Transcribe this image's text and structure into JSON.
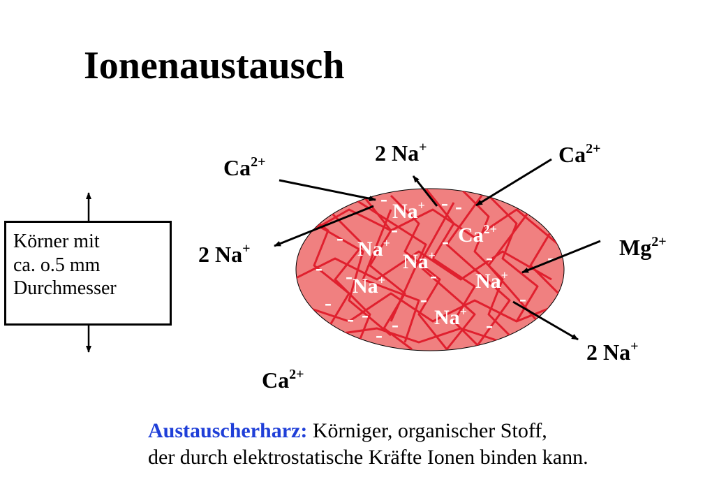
{
  "title": "Ionenaustausch",
  "grain_box": {
    "lines": [
      "Körner mit",
      "ca. o.5 mm",
      "Durchmesser"
    ]
  },
  "labels": {
    "ca_upper_left": {
      "base": "Ca",
      "sup": "2+"
    },
    "na2_top": {
      "base": "2 Na",
      "sup": "+"
    },
    "ca_upper_right": {
      "base": "Ca",
      "sup": "2+"
    },
    "na2_left": {
      "base": "2 Na",
      "sup": "+"
    },
    "mg_right": {
      "base": "Mg",
      "sup": "2+"
    },
    "na2_bottom_right": {
      "base": "2 Na",
      "sup": "+"
    },
    "ca_bottom": {
      "base": "Ca",
      "sup": "2+"
    }
  },
  "inner_labels": {
    "na_1": {
      "base": "Na",
      "sup": "+"
    },
    "na_2": {
      "base": "Na",
      "sup": "+"
    },
    "na_3": {
      "base": "Na",
      "sup": "+"
    },
    "na_4": {
      "base": "Na",
      "sup": "+"
    },
    "na_5": {
      "base": "Na",
      "sup": "+"
    },
    "na_6": {
      "base": "Na",
      "sup": "+"
    },
    "ca_inner": {
      "base": "Ca",
      "sup": "2+"
    }
  },
  "charge_symbol": "-",
  "caption": {
    "term": "Austauscherharz:",
    "line1_rest": " Körniger, organischer Stoff,",
    "line2": "der durch elektrostatische Kräfte Ionen binden kann."
  },
  "colors": {
    "resin_fill": "#f08080",
    "network": "#e0202e",
    "term": "#1f3fd8"
  }
}
